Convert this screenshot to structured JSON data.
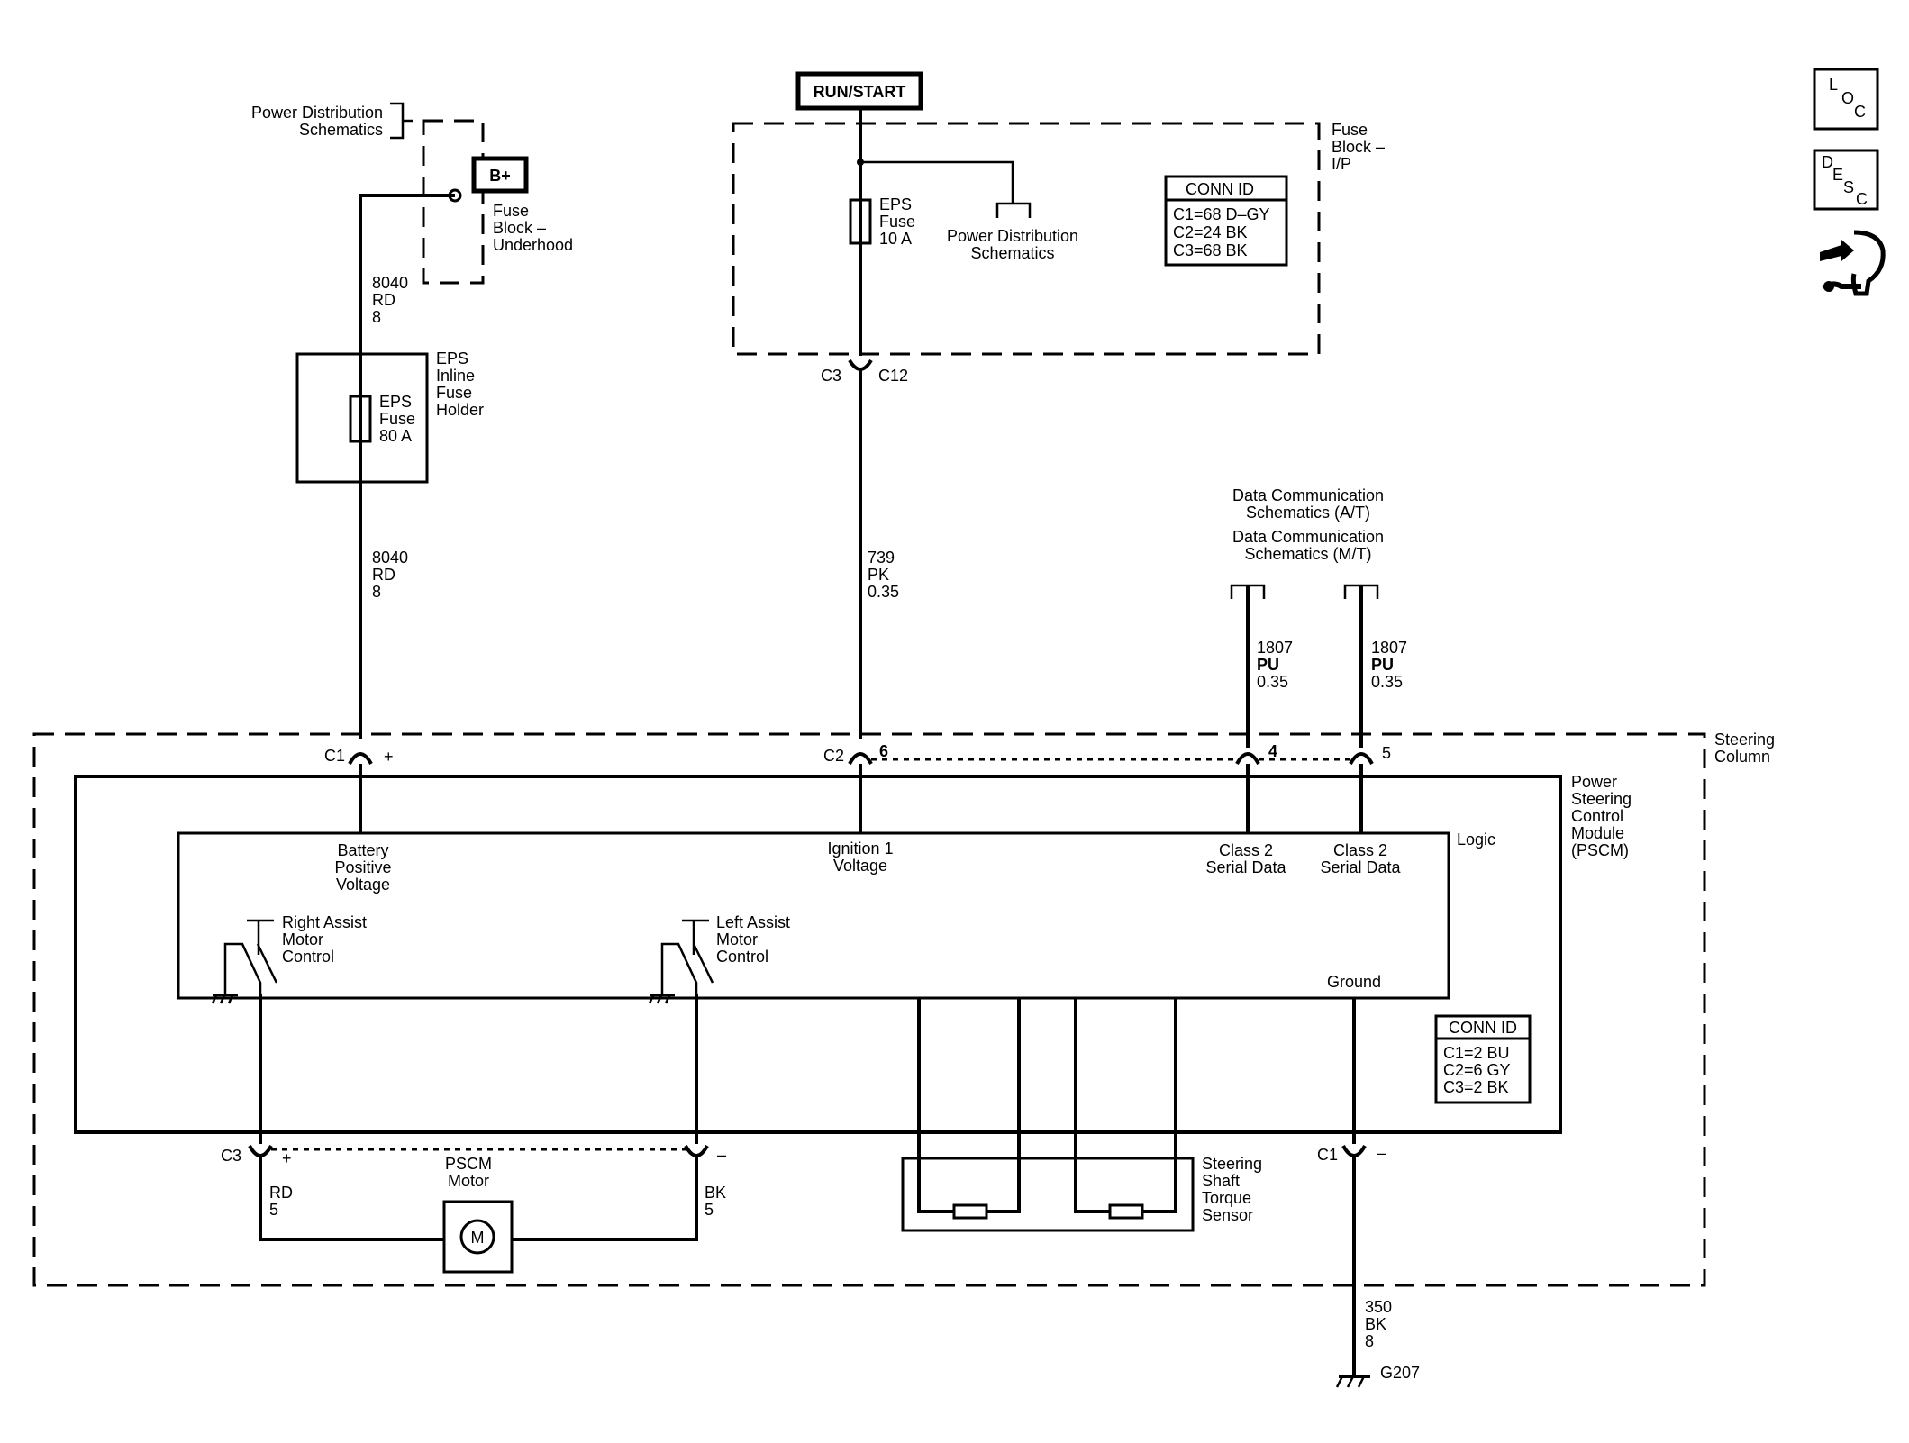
{
  "top_left": {
    "pds_label": [
      "Power Distribution",
      "Schematics"
    ],
    "bplus": "B+",
    "fuse_block_underhood": [
      "Fuse",
      "Block –",
      "Underhood"
    ],
    "wire_top": [
      "8040",
      "RD",
      "8"
    ],
    "inline_holder": [
      "EPS",
      "Inline",
      "Fuse",
      "Holder"
    ],
    "inline_fuse": [
      "EPS",
      "Fuse",
      "80 A"
    ],
    "wire_bottom": [
      "8040",
      "RD",
      "8"
    ]
  },
  "top_center": {
    "run_start": "RUN/START",
    "fuse_block_ip": [
      "Fuse",
      "Block –",
      "I/P"
    ],
    "eps_fuse": [
      "EPS",
      "Fuse",
      "10 A"
    ],
    "pds_label": [
      "Power Distribution",
      "Schematics"
    ],
    "conn_id": {
      "title": "CONN ID",
      "rows": [
        "C1=68 D–GY",
        "C2=24 BK",
        "C3=68 BK"
      ]
    },
    "c3": "C3",
    "c12": "C12",
    "wire": [
      "739",
      "PK",
      "0.35"
    ]
  },
  "data_comm": {
    "at": [
      "Data Communication",
      "Schematics (A/T)"
    ],
    "mt": [
      "Data Communication",
      "Schematics (M/T)"
    ],
    "wire_a": [
      "1807",
      "PU",
      "0.35"
    ],
    "wire_b": [
      "1807",
      "PU",
      "0.35"
    ]
  },
  "steering_column": {
    "label": [
      "Steering",
      "Column"
    ],
    "c1": "C1",
    "c1_plus": "+",
    "c2": "C2",
    "pin6": "6",
    "pin4": "4",
    "pin5": "5"
  },
  "pscm": {
    "label": [
      "Power",
      "Steering",
      "Control",
      "Module",
      "(PSCM)"
    ],
    "logic": "Logic",
    "battery": [
      "Battery",
      "Positive",
      "Voltage"
    ],
    "ignition": [
      "Ignition 1",
      "Voltage"
    ],
    "class2_a": [
      "Class 2",
      "Serial Data"
    ],
    "class2_b": [
      "Class 2",
      "Serial Data"
    ],
    "right_assist": [
      "Right Assist",
      "Motor",
      "Control"
    ],
    "left_assist": [
      "Left Assist",
      "Motor",
      "Control"
    ],
    "ground": "Ground",
    "conn_id": {
      "title": "CONN ID",
      "rows": [
        "C1=2 BU",
        "C2=6 GY",
        "C3=2 BK"
      ]
    }
  },
  "bottom": {
    "c3": "C3",
    "c3_plus": "+",
    "c3_minus": "–",
    "wire_rd": [
      "RD",
      "5"
    ],
    "wire_bk": [
      "BK",
      "5"
    ],
    "motor_label": [
      "PSCM",
      "Motor"
    ],
    "motor_symbol": "M",
    "torque_sensor": [
      "Steering",
      "Shaft",
      "Torque",
      "Sensor"
    ],
    "c1": "C1",
    "c1_minus": "–",
    "ground_wire": [
      "350",
      "BK",
      "8"
    ],
    "ground_id": "G207"
  },
  "side_icons": {
    "loc": [
      "L",
      "O",
      "C"
    ],
    "desc": [
      "D",
      "E",
      "S",
      "C"
    ],
    "icon_names": [
      "loc-icon",
      "desc-icon",
      "connector-end-view-icon"
    ]
  }
}
